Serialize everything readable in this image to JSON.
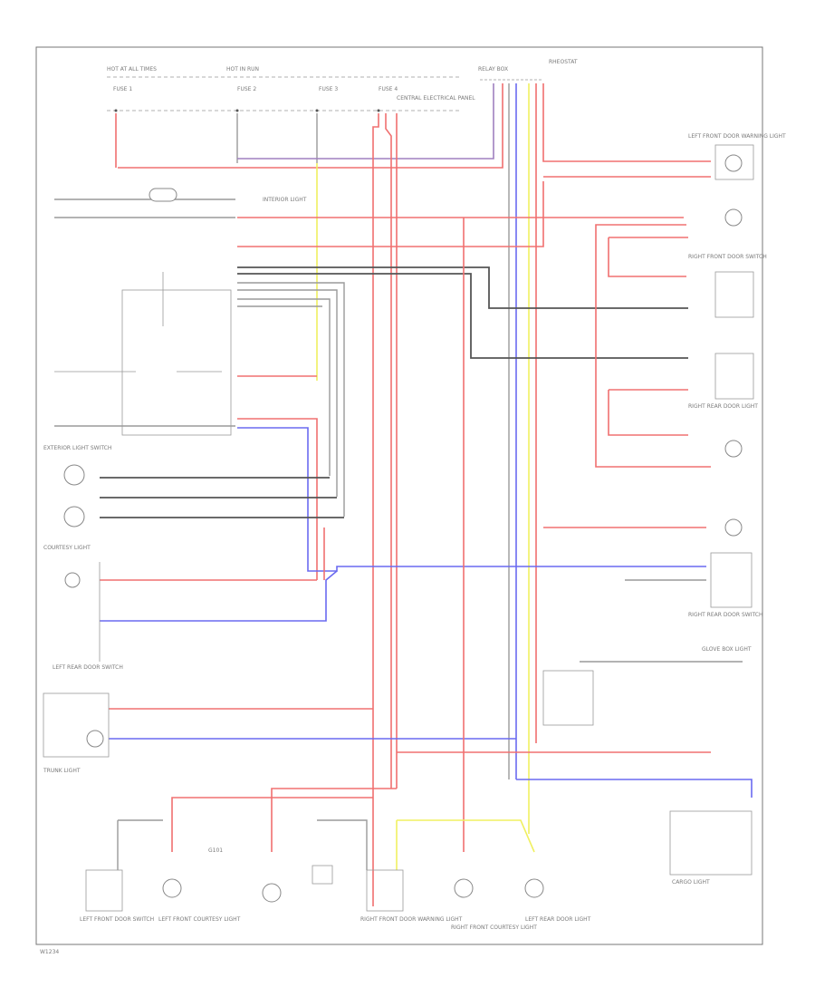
{
  "labels": {
    "exterior_light_switch": "EXTERIOR LIGHT SWITCH",
    "courtesy_light": "COURTESY LIGHT",
    "trunk_light": "TRUNK LIGHT",
    "cargo_light": "CARGO LIGHT",
    "glove_box_light": "GLOVE BOX LIGHT",
    "left_front_door_switch": "LEFT FRONT DOOR SWITCH",
    "right_front_door_switch": "RIGHT FRONT DOOR SWITCH",
    "left_rear_door_switch": "LEFT REAR DOOR SWITCH",
    "right_rear_door_switch": "RIGHT REAR DOOR SWITCH",
    "left_front_courtesy_light": "LEFT FRONT COURTESY LIGHT",
    "right_front_courtesy_light": "RIGHT FRONT COURTESY LIGHT",
    "left_front_door_warning_light": "LEFT FRONT DOOR WARNING LIGHT",
    "right_front_door_warning_light": "RIGHT FRONT DOOR WARNING LIGHT",
    "left_rear_door_light": "LEFT REAR DOOR LIGHT",
    "right_rear_door_light": "RIGHT REAR DOOR LIGHT",
    "interior_light": "INTERIOR LIGHT",
    "hot_at_all_times": "HOT AT ALL TIMES",
    "hot_in_run": "HOT IN RUN",
    "fuse_1": "FUSE 1",
    "fuse_2": "FUSE 2",
    "fuse_3": "FUSE 3",
    "fuse_4": "FUSE 4",
    "relay_box": "RELAY BOX",
    "central_electrical_panel": "CENTRAL ELECTRICAL PANEL",
    "rheostat": "RHEOSTAT",
    "ground": "G101",
    "footer": "W1234"
  }
}
